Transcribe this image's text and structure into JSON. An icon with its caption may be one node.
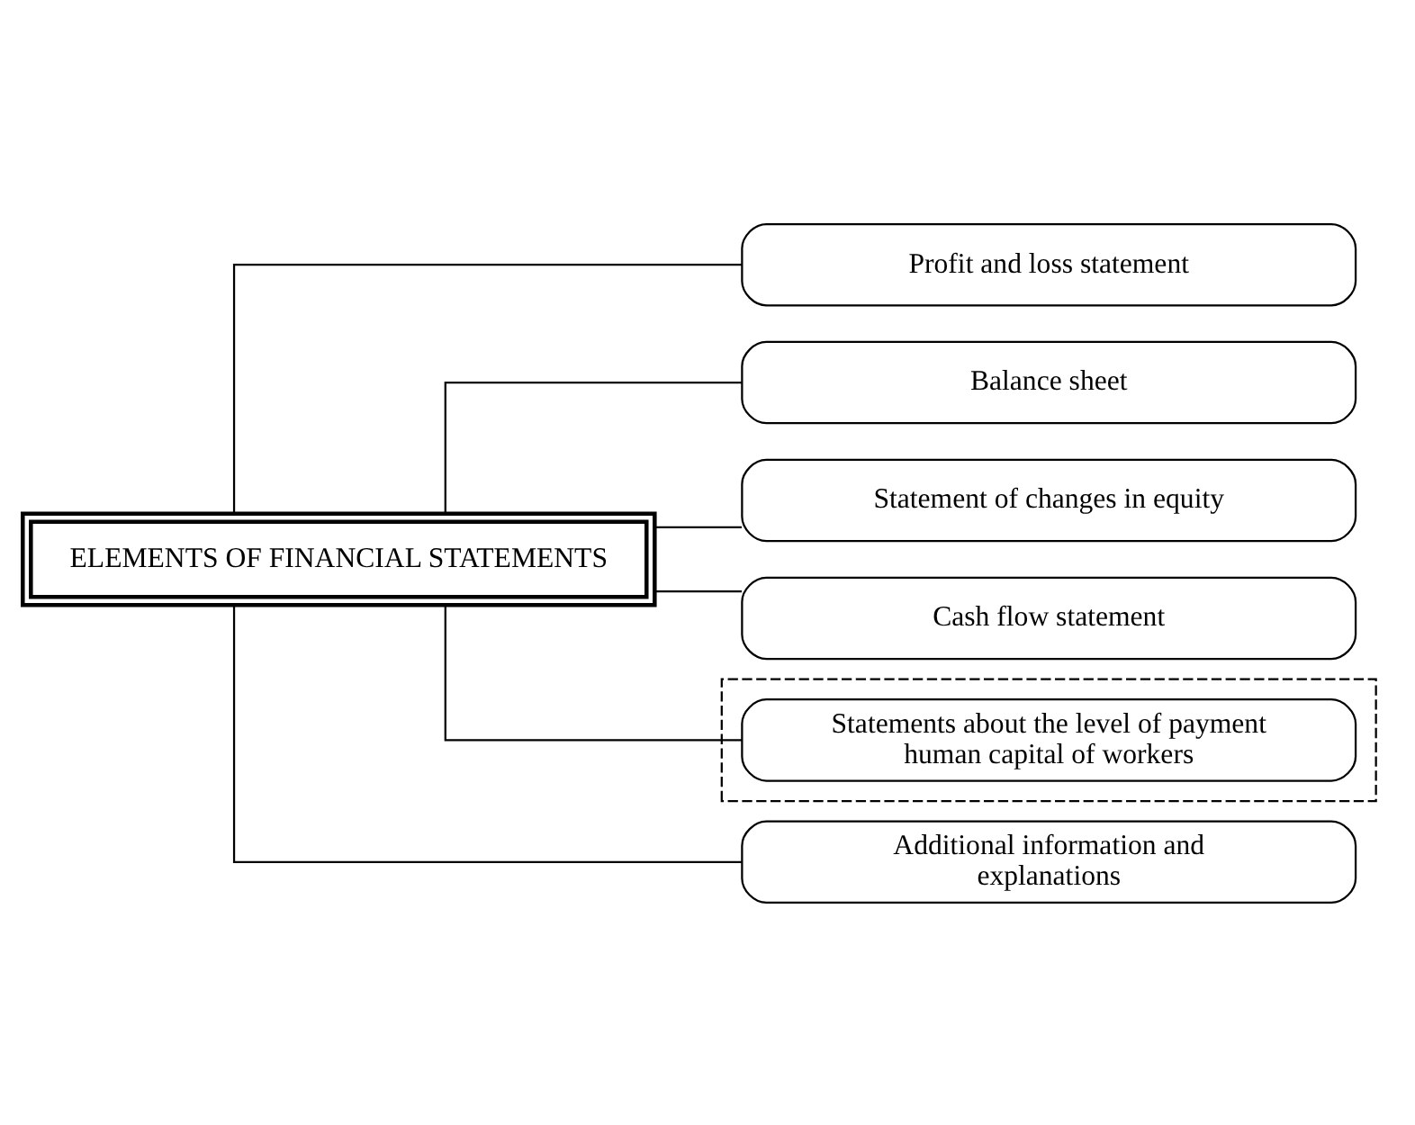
{
  "diagram": {
    "nodes": [
      {
        "text": [
          "ELEMENTS OF FINANCIAL STATEMENTS"
        ]
      },
      {
        "text": [
          "Profit and loss statement"
        ]
      },
      {
        "text": [
          "Balance sheet"
        ]
      },
      {
        "text": [
          "Statement of changes in equity"
        ]
      },
      {
        "text": [
          "Cash flow statement"
        ]
      },
      {
        "text": [],
        "shape": "box"
      },
      {
        "text": [
          "Statements about the level of payment human capital of workers"
        ],
        "in": 5
      },
      {
        "text": [
          "Additional information and explanations"
        ]
      }
    ],
    "edges": [
      {
        "from": 0,
        "to": 1,
        "arrow": "none"
      },
      {
        "from": 0,
        "to": 2,
        "arrow": "none"
      },
      {
        "from": 0,
        "to": 3,
        "arrow": "none"
      },
      {
        "from": 0,
        "to": 4,
        "arrow": "none"
      },
      {
        "from": 0,
        "to": 6,
        "arrow": "none"
      },
      {
        "from": 0,
        "to": 7,
        "arrow": "none"
      }
    ]
  }
}
